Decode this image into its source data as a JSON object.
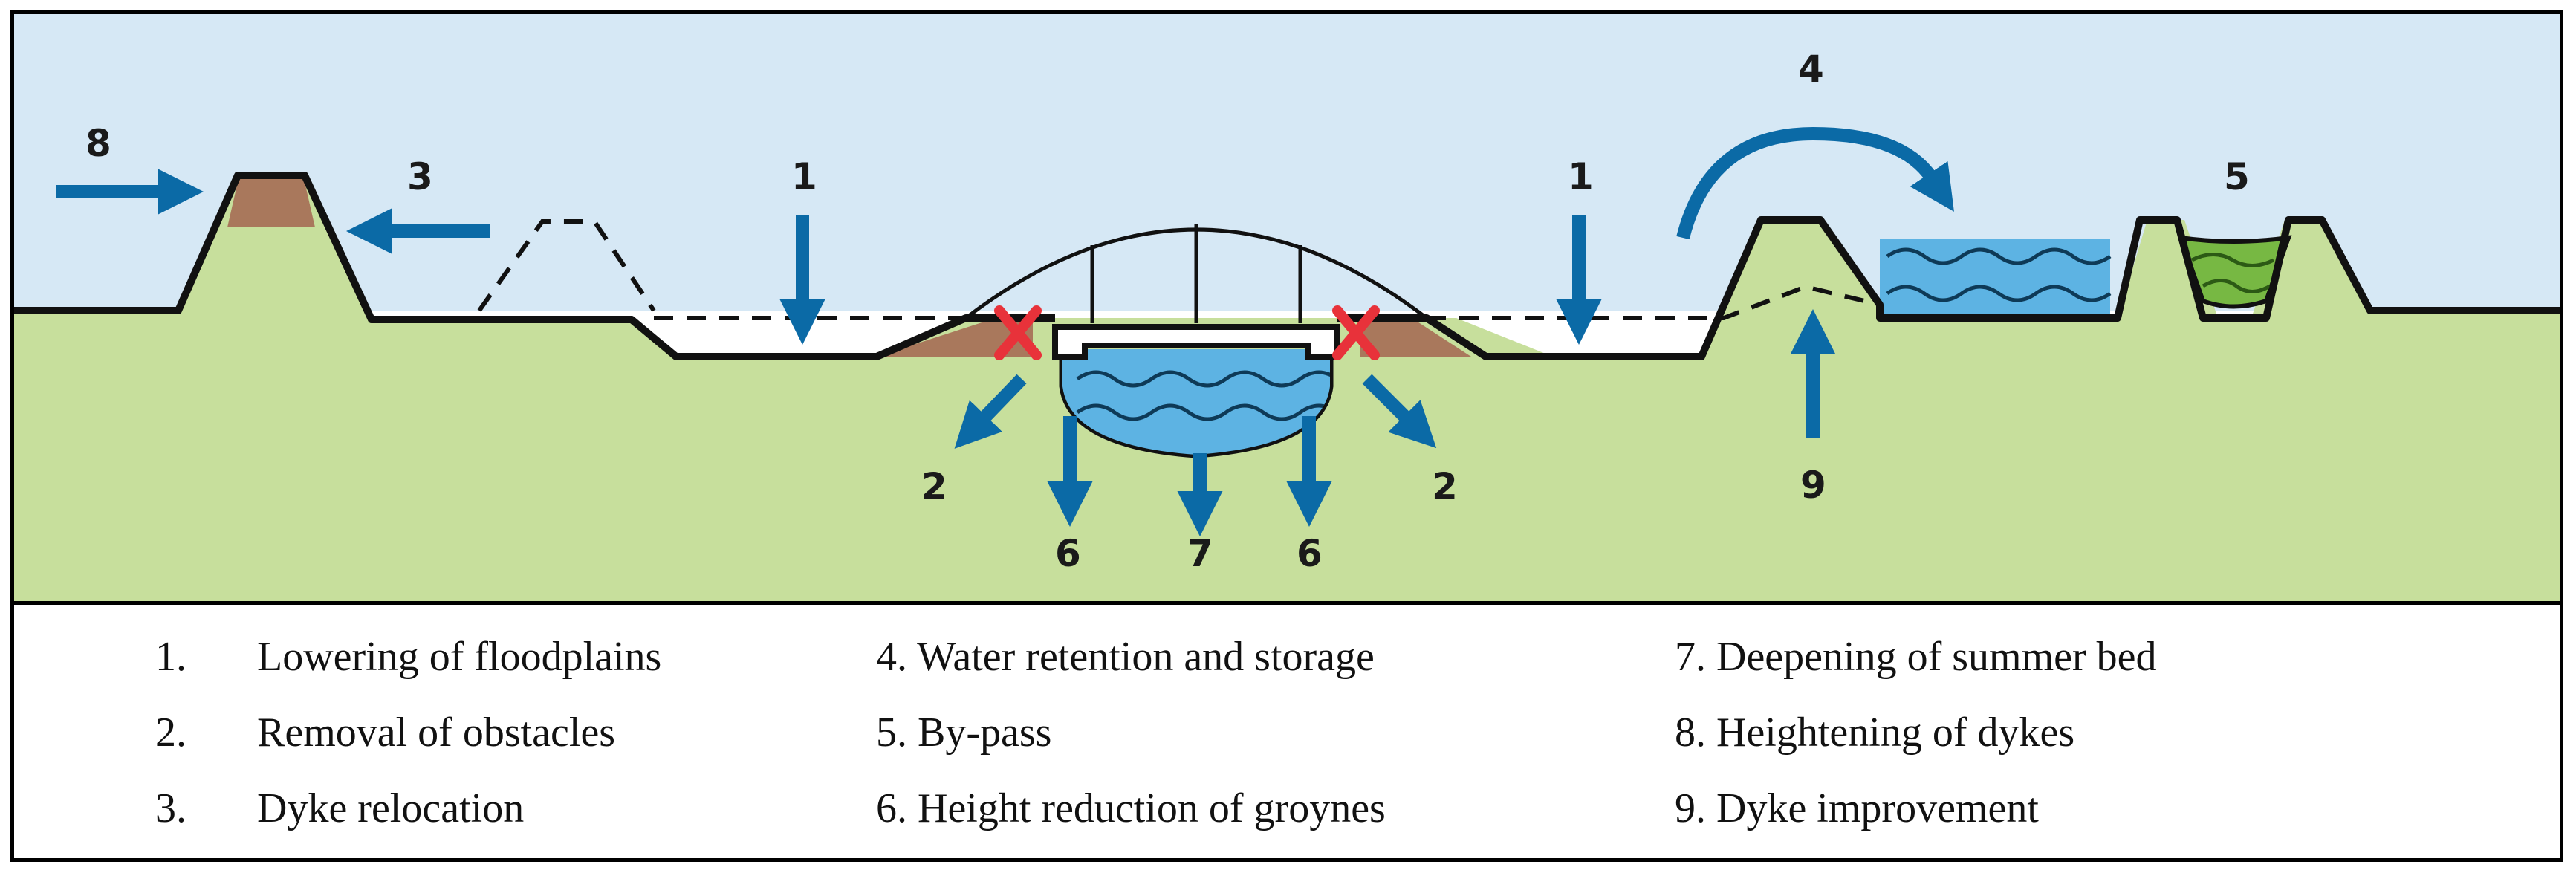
{
  "colors": {
    "sky": "#d6e8f5",
    "ground": "#c7df9c",
    "soil": "#a9785c",
    "water": "#5db3e3",
    "bypass_green": "#77b843",
    "arrow_blue": "#0b6aa6",
    "cross_red": "#e8323a",
    "line": "#111111"
  },
  "diagram_labels": {
    "dyke_heightening": "8",
    "dyke_relocation": "3",
    "floodplain_left": "1",
    "retention": "4",
    "floodplain_right": "1",
    "bypass": "5",
    "obstacles_left": "2",
    "groyne_left": "6",
    "summer_bed": "7",
    "groyne_right": "6",
    "obstacles_right": "2",
    "dyke_improvement": "9"
  },
  "icons": [
    "arrow-right-icon",
    "arrow-left-icon",
    "arrow-down-icon",
    "arrow-up-icon",
    "curved-arrow-icon",
    "red-cross-icon",
    "water-wave-icon"
  ],
  "legend": {
    "columns": [
      [
        {
          "num": "1.",
          "text": "Lowering of floodplains"
        },
        {
          "num": "2.",
          "text": "Removal of obstacles"
        },
        {
          "num": "3.",
          "text": "Dyke relocation"
        }
      ],
      [
        {
          "num": "4.",
          "text": "Water retention and storage"
        },
        {
          "num": "5.",
          "text": "By-pass"
        },
        {
          "num": "6.",
          "text": "Height reduction of groynes"
        }
      ],
      [
        {
          "num": "7.",
          "text": "Deepening of summer bed"
        },
        {
          "num": "8.",
          "text": "Heightening of dykes"
        },
        {
          "num": "9.",
          "text": "Dyke improvement"
        }
      ]
    ]
  }
}
